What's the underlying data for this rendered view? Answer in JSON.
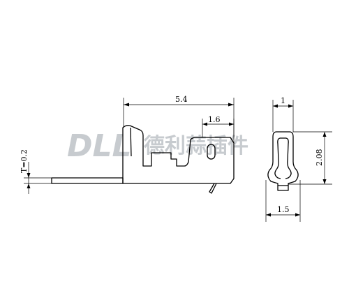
{
  "dimensions": {
    "overall_length": "5.4",
    "slot_offset": "1.6",
    "thickness": "T=0.2",
    "end_width": "1",
    "end_height": "2.08",
    "base_width": "1.5"
  },
  "watermark": {
    "latin": "DLL",
    "cjk": "德利蒜插件"
  },
  "colors": {
    "line": "#000000",
    "watermark": "#9aa1a8",
    "background": "#ffffff"
  }
}
